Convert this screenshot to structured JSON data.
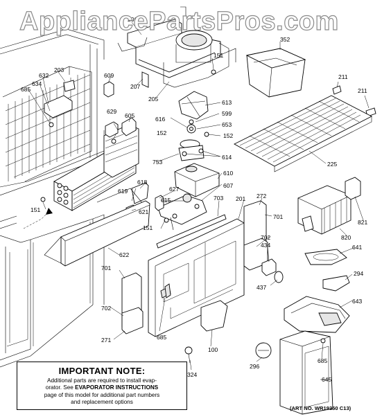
{
  "watermark": "AppliancePartsPros.com",
  "note": {
    "title": "IMPORTANT NOTE:",
    "line1": "Additional parts are required to install evap-",
    "line2_pre": "orator.  See ",
    "line2_bold": "EVAPORATOR INSTRUCTIONS",
    "line3": "page of this model for additional part numbers",
    "line4": "and replacement options"
  },
  "art_number": "(ART NO. WR19350 C13)",
  "labels": {
    "l206": "206",
    "l151a": "151",
    "l352": "352",
    "l203": "203",
    "l632": "632",
    "l634": "634",
    "l685a": "685",
    "l609": "609",
    "l207": "207",
    "l205": "205",
    "l211a": "211",
    "l211b": "211",
    "l613": "613",
    "l599": "599",
    "l616": "616",
    "l653": "653",
    "l629": "629",
    "l605": "605",
    "l152a": "152",
    "l152b": "152",
    "l753": "753",
    "l614": "614",
    "l225": "225",
    "l610": "610",
    "l618": "618",
    "l619": "619",
    "l627": "627",
    "l607": "607",
    "l615": "615",
    "l151b": "151",
    "l621": "621",
    "l703": "703",
    "l201": "201",
    "l272": "272",
    "l701a": "701",
    "l821": "821",
    "l151c": "151",
    "l820": "820",
    "l702a": "702",
    "l622": "622",
    "l434": "434",
    "l641": "641",
    "l701b": "701",
    "l437": "437",
    "l294": "294",
    "l643": "643",
    "l702b": "702",
    "l685b": "685",
    "l271": "271",
    "l100": "100",
    "l685c": "685",
    "l296": "296",
    "l324": "324",
    "l645": "645"
  }
}
